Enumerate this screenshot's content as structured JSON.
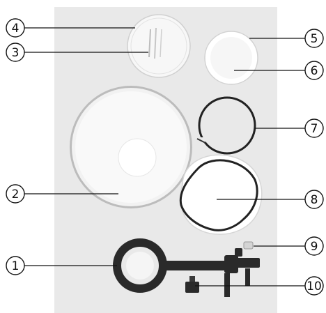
{
  "figure": {
    "background_color": "#ffffff",
    "photo_backdrop_color": "#e9e9e9",
    "parts": [
      {
        "label": "1",
        "icon": "ring-mount-bracket-icon"
      },
      {
        "label": "2",
        "icon": "beauty-dish-reflector-icon"
      },
      {
        "label": "3",
        "icon": "grid-disc-icon"
      },
      {
        "label": "4",
        "icon": "grid-disc-rim-icon"
      },
      {
        "label": "5",
        "icon": "diffuser-disc-icon"
      },
      {
        "label": "6",
        "icon": "diffuser-disc-face-icon"
      },
      {
        "label": "7",
        "icon": "retaining-ring-icon"
      },
      {
        "label": "8",
        "icon": "mesh-sock-diffuser-icon"
      },
      {
        "label": "9",
        "icon": "thumb-screw-icon"
      },
      {
        "label": "10",
        "icon": "clamp-knob-icon"
      }
    ]
  }
}
